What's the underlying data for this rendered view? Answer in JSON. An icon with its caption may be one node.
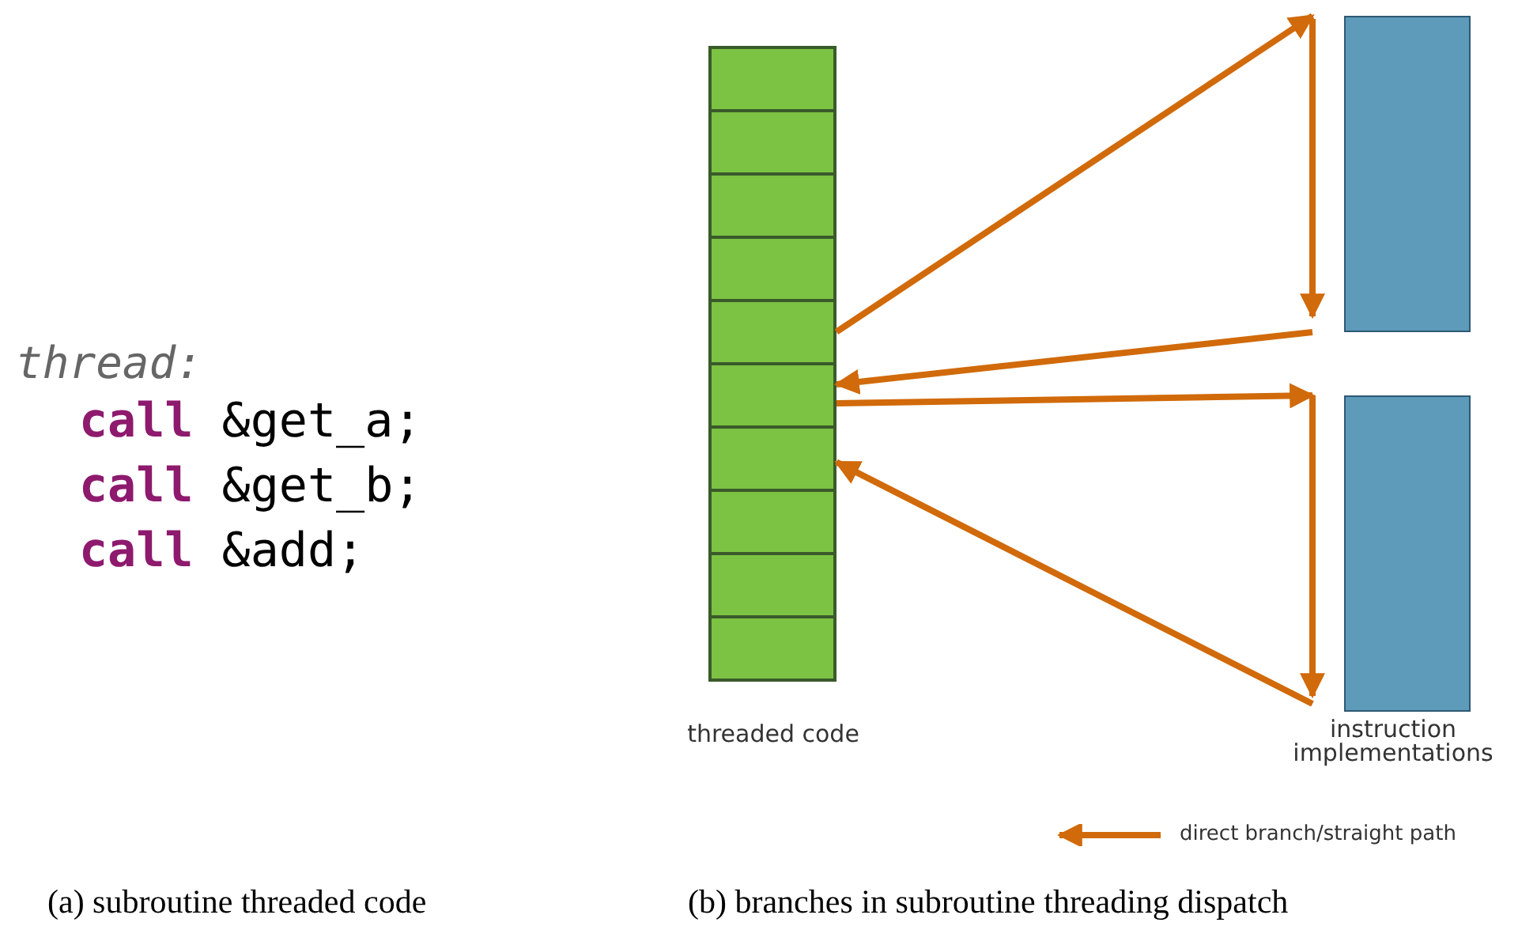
{
  "diagram": {
    "nodes": [
      {
        "text": [],
        "shape": "bar"
      },
      {
        "text": [],
        "shape": "box",
        "in": 0
      },
      {
        "text": [],
        "shape": "box",
        "in": 0
      },
      {
        "text": [],
        "shape": "box",
        "in": 0
      },
      {
        "text": [],
        "shape": "box",
        "in": 0
      },
      {
        "text": [],
        "shape": "box",
        "in": 0
      },
      {
        "text": [],
        "shape": "box",
        "in": 0
      },
      {
        "text": [],
        "shape": "box",
        "in": 0
      },
      {
        "text": [],
        "shape": "box",
        "in": 0
      },
      {
        "text": [],
        "shape": "box",
        "in": 0
      },
      {
        "text": [],
        "shape": "box",
        "in": 0
      },
      {
        "text": [],
        "shape": "box"
      },
      {
        "text": [],
        "shape": "box"
      }
    ],
    "edges": [
      {
        "from": 5,
        "to": 11,
        "arrow": "to"
      },
      {
        "from": 11,
        "to": 6,
        "arrow": "to"
      },
      {
        "from": 6,
        "to": 12,
        "arrow": "to"
      },
      {
        "from": 12,
        "to": 7,
        "arrow": "to"
      }
    ],
    "labels": [
      "thread:",
      "**call** &get_a;",
      "**call** &get_b;",
      "**call** &add;",
      "threaded code",
      "instruction implementations",
      "(a) subroutine threaded code",
      "(b) branches in subroutine threading dispatch"
    ],
    "legend": [
      {
        "text": "direct branch/straight path"
      }
    ]
  }
}
